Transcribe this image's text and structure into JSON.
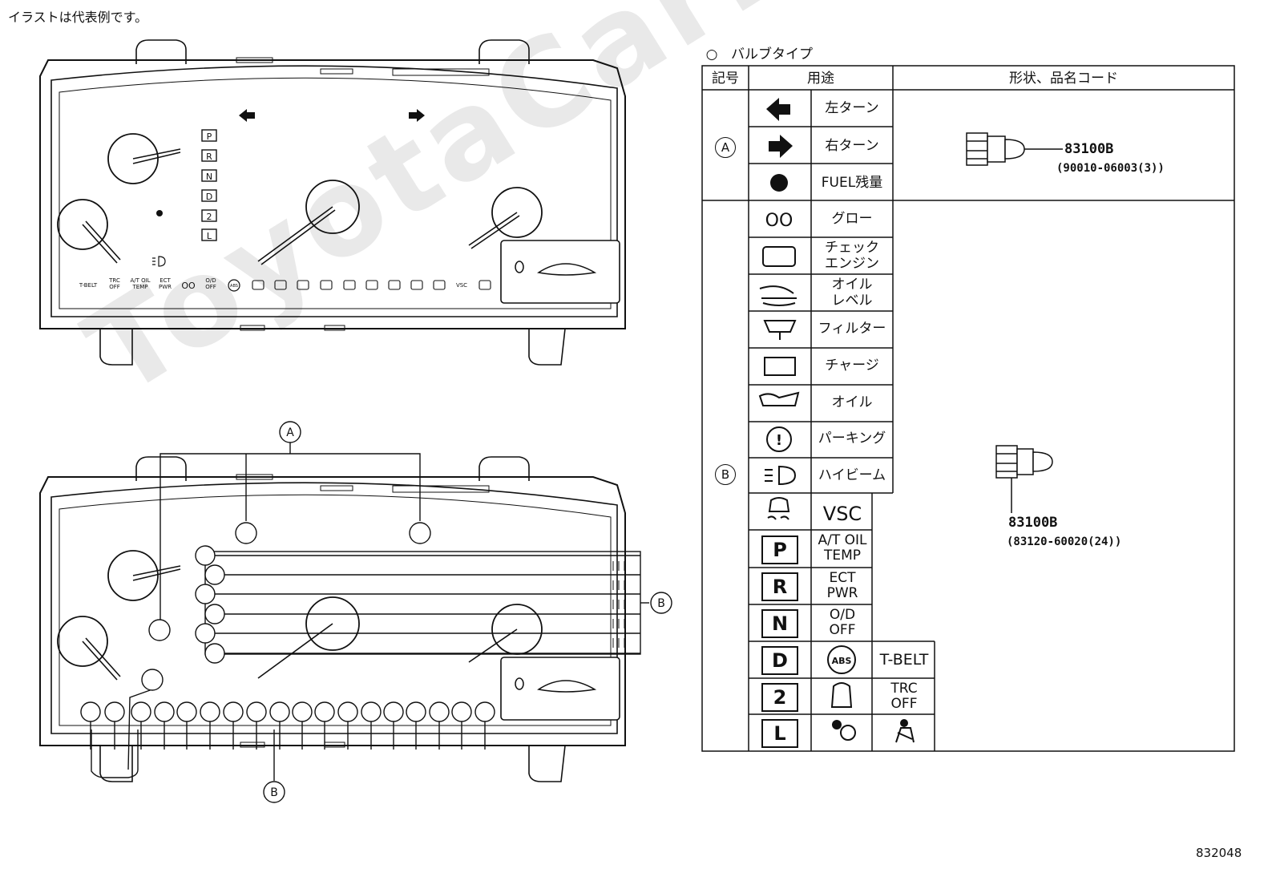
{
  "header": {
    "note": "イラストは代表例です。",
    "figure_id": "832048"
  },
  "watermark": "ToyotaCarMen.ru",
  "table": {
    "caption_mark": "○",
    "caption": "バルブタイプ",
    "headers": {
      "symbol": "記号",
      "usage": "用途",
      "code": "形状、品名コード"
    },
    "group_a": {
      "symbol": "A",
      "items": [
        "左ターン",
        "右ターン",
        "FUEL残量"
      ],
      "part_no": "83100B",
      "part_ref": "(90010-06003(3))"
    },
    "group_b": {
      "symbol": "B",
      "items": [
        "グロー",
        "チェック\nエンジン",
        "オイル\nレベル",
        "フィルター",
        "チャージ",
        "オイル",
        "パーキング",
        "ハイビーム"
      ],
      "small_items": [
        "VSC",
        "A/T OIL\nTEMP",
        "ECT\nPWR",
        "O/D\nOFF",
        "T-BELT",
        "TRC\nOFF"
      ],
      "letters": [
        "P",
        "R",
        "N",
        "D",
        "2",
        "L"
      ],
      "abs_label": "ABS",
      "part_no": "83100B",
      "part_ref": "(83120-60020(24))"
    }
  },
  "diagram": {
    "callout_a": "A",
    "callout_b": "B",
    "gear_letters": [
      "P",
      "R",
      "N",
      "D",
      "2",
      "L"
    ],
    "warning_labels": [
      "T-BELT",
      "TRC\nOFF",
      "A/T OIL\nTEMP",
      "ECT\nPWR",
      "O/D\nOFF",
      "VSC"
    ],
    "abs_label": "ABS"
  }
}
